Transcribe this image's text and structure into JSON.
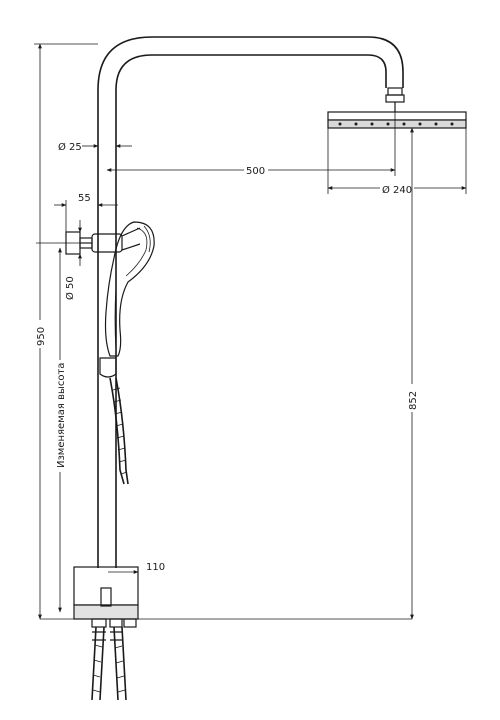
{
  "labels": {
    "pipe_diameter": "Ø 25",
    "arm_length": "500",
    "head_diameter": "Ø 240",
    "holder_offset": "55",
    "holder_diameter": "Ø 50",
    "total_height": "950",
    "variable_height": "Изменяемая высота",
    "head_height": "852",
    "mixer_width": "110"
  }
}
